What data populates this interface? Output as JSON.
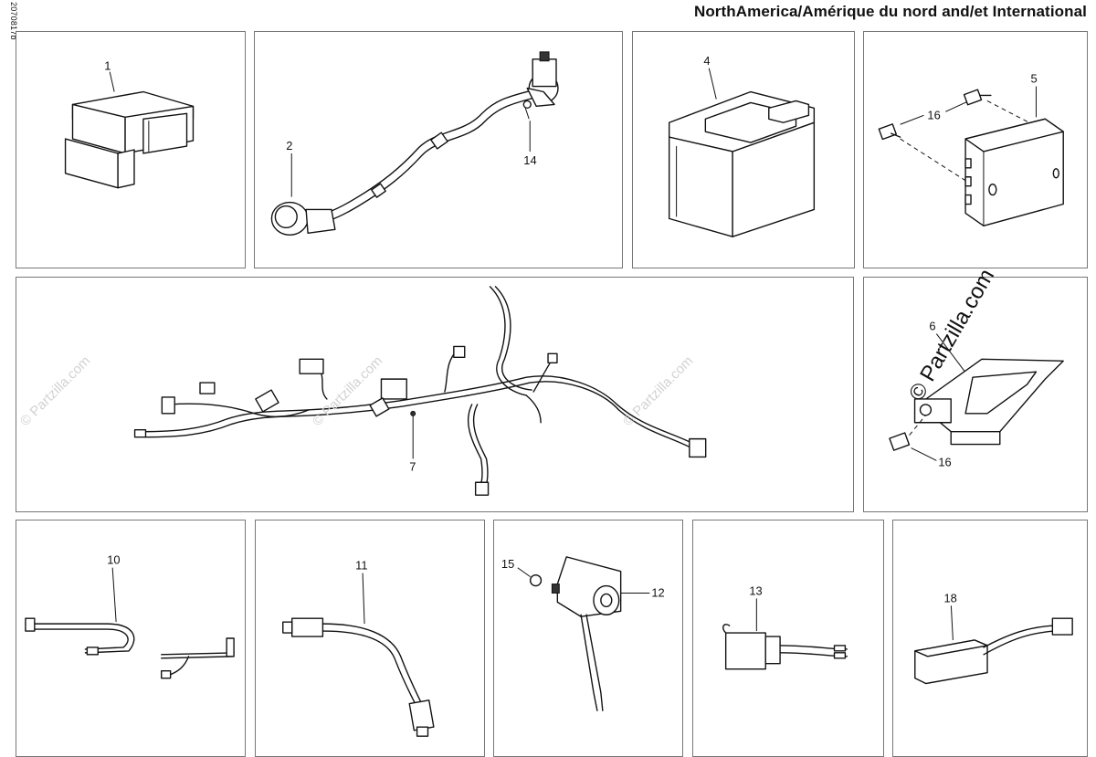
{
  "header": {
    "title": "NorthAmerica/Amérique du nord and/et International",
    "diagram_code": "2070817b"
  },
  "watermarks": {
    "small": "© Partzilla.com",
    "large": "© Partzilla.com"
  },
  "callouts": {
    "p1": "1",
    "p2": "2",
    "p4": "4",
    "p5": "5",
    "p6": "6",
    "p7": "7",
    "p10": "10",
    "p11": "11",
    "p12": "12",
    "p13": "13",
    "p14": "14",
    "p15": "15",
    "p16a": "16",
    "p16b": "16",
    "p18": "18"
  }
}
